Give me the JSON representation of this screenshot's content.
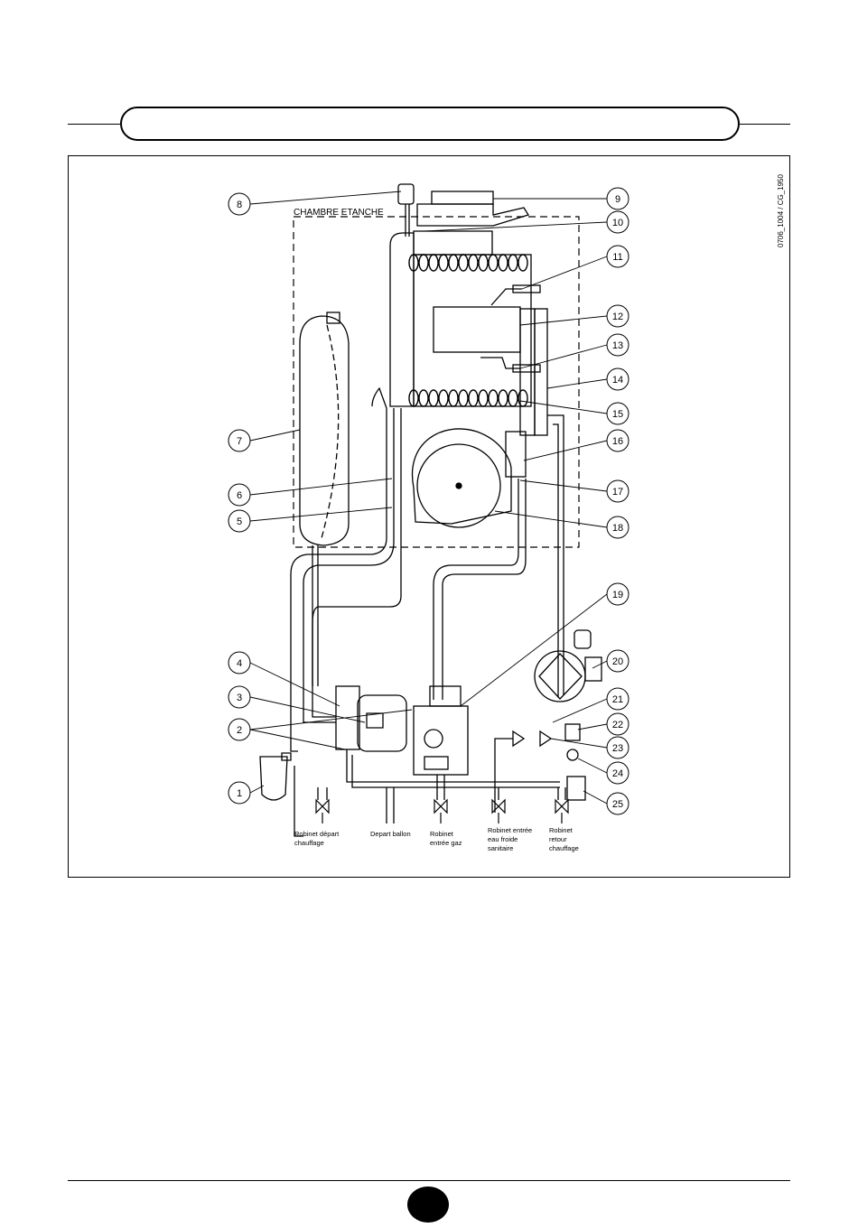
{
  "header": {
    "title": ""
  },
  "diagram": {
    "reference_code": "0706_1004 / CG_1950",
    "chamber_label": "CHAMBRE ETANCHE",
    "callouts": [
      "1",
      "2",
      "3",
      "4",
      "5",
      "6",
      "7",
      "8",
      "9",
      "10",
      "11",
      "12",
      "13",
      "14",
      "15",
      "16",
      "17",
      "18",
      "19",
      "20",
      "21",
      "22",
      "23",
      "24",
      "25"
    ],
    "connections": [
      [
        "Robinet départ",
        "chauffage"
      ],
      [
        "Depart ballon"
      ],
      [
        "Robinet",
        "entrée gaz"
      ],
      [
        "Robinet entrée",
        "eau froide",
        "sanitaire"
      ],
      [
        "Robinet",
        "retour",
        "chauffage"
      ]
    ]
  },
  "footer": {
    "page_number": ""
  }
}
